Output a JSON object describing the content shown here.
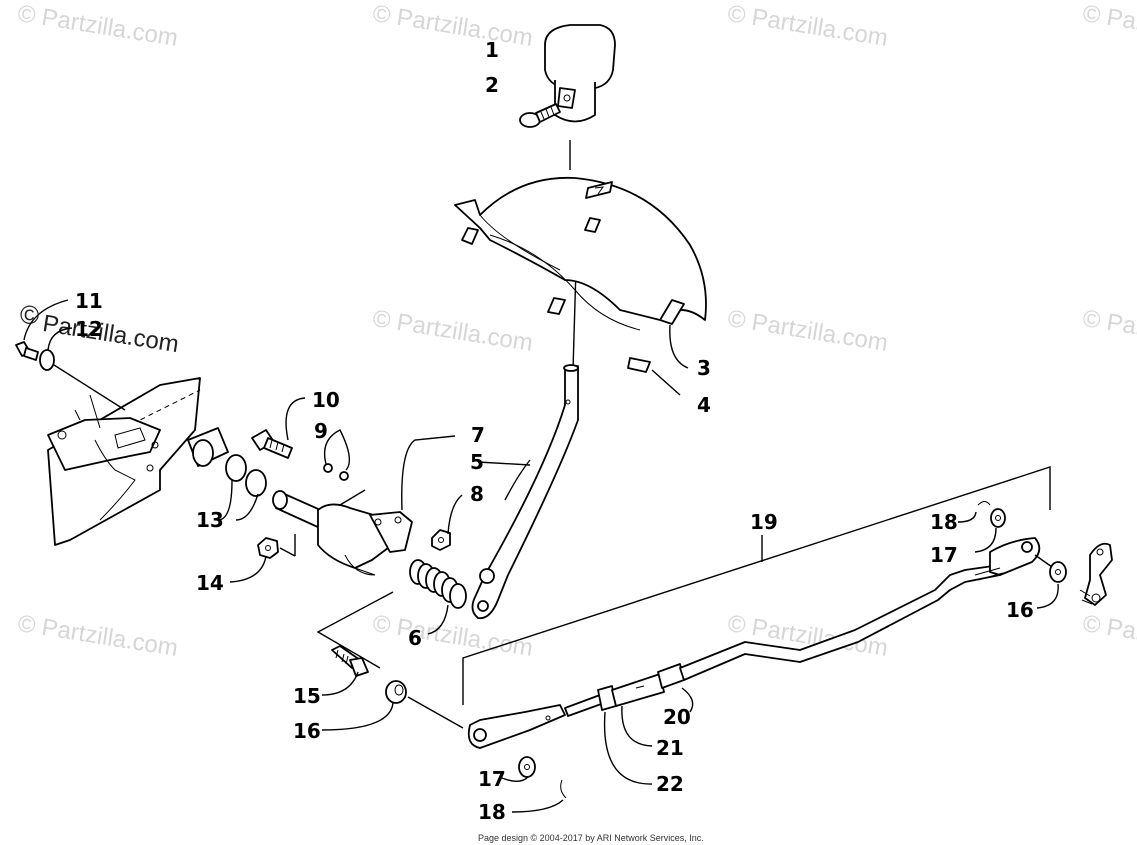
{
  "watermark": {
    "text": "© Partzilla.com",
    "logo_text": "©",
    "dark_text": "Partzilla.com"
  },
  "callouts": {
    "c1": "1",
    "c2": "2",
    "c3": "3",
    "c4": "4",
    "c5": "5",
    "c6": "6",
    "c7": "7",
    "c8": "8",
    "c9": "9",
    "c10": "10",
    "c11": "11",
    "c12": "12",
    "c13": "13",
    "c14": "14",
    "c15": "15",
    "c16a": "16",
    "c16b": "16",
    "c17a": "17",
    "c17b": "17",
    "c18a": "18",
    "c18b": "18",
    "c19": "19",
    "c20": "20",
    "c21": "21",
    "c22": "22"
  },
  "footer": "Page design © 2004-2017 by ARI Network Services, Inc."
}
